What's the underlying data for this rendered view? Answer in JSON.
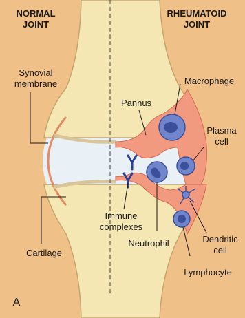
{
  "figure": {
    "panel_letter": "A",
    "headings": {
      "normal_line1": "NORMAL",
      "normal_line2": "JOINT",
      "rheumatoid_line1": "RHEUMATOID",
      "rheumatoid_line2": "JOINT"
    },
    "labels": {
      "synovial_line1": "Synovial",
      "synovial_line2": "membrane",
      "cartilage": "Cartilage",
      "pannus": "Pannus",
      "macrophage": "Macrophage",
      "plasma_line1": "Plasma",
      "plasma_line2": "cell",
      "immune_line1": "Immune",
      "immune_line2": "complexes",
      "neutrophil": "Neutrophil",
      "dendritic_line1": "Dendritic",
      "dendritic_line2": "cell",
      "lymphocyte": "Lymphocyte"
    },
    "colors": {
      "background": "#f0c089",
      "bone": "#f4e7b3",
      "cavity": "#e9f0f6",
      "pannus": "#f19a80",
      "cell_blue": "#6f86cc",
      "nucleus": "#3c4f9a",
      "antibody": "#2f3f8f"
    }
  }
}
